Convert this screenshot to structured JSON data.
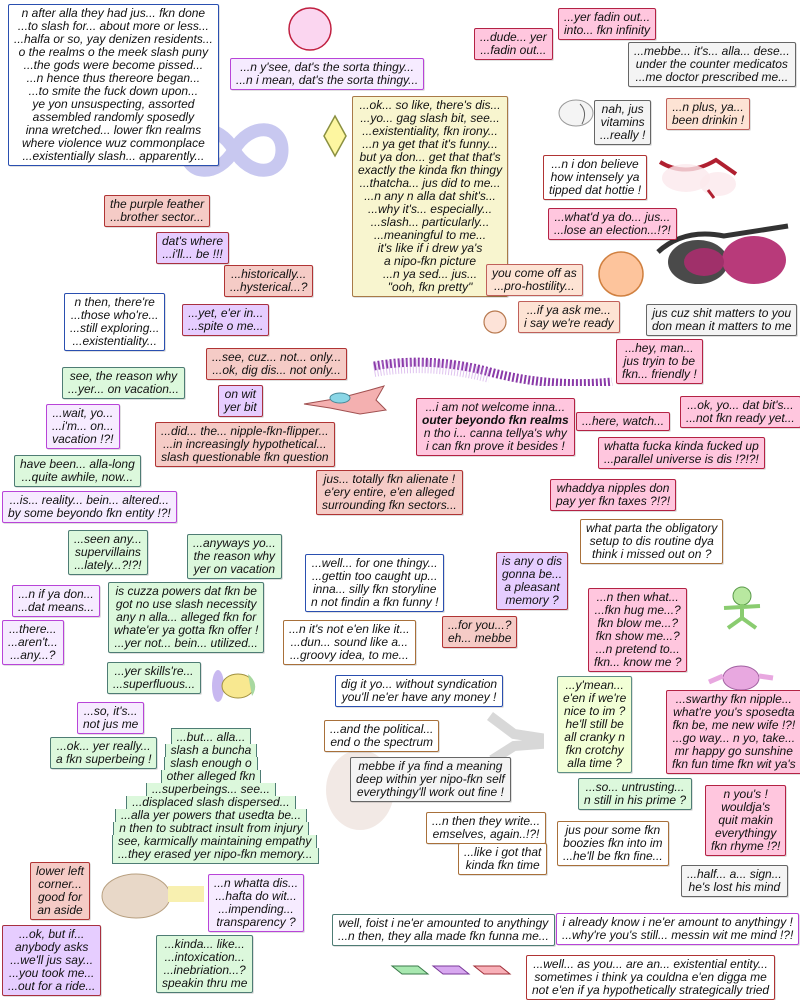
{
  "colors": {
    "blue": "#2a4fb0",
    "violet": "#b844d8",
    "pink": "#ffc6de",
    "green": "#dcf8dc",
    "tan": "#f8f5cf",
    "salmon": "#f5cbc6"
  },
  "bubbles": [
    {
      "lines": [
        "n after alla they had jus... fkn done",
        "...to slash for... about more or less...",
        "...halfa or so, yay denizen residents...",
        "o the realms o the meek slash puny",
        "...the gods were become pissed...",
        "...n hence thus thereore began...",
        "...to smite the fuck down upon...",
        "ye yon unsuspecting, assorted",
        "assembled randomly sposedly",
        "inna wretched... lower fkn realms",
        "where violence wuz commonplace",
        "...existentially slash... apparently..."
      ]
    },
    {
      "lines": [
        "...n y'see, dat's the sorta thingy...",
        "...n i mean, dat's the sorta thingy..."
      ]
    },
    {
      "lines": [
        "...ok... so like, there's dis...",
        "...yo... gag slash bit, see...",
        "...existentiality, fkn irony...",
        "...n ya get that it's funny...",
        "but ya don... get that that's",
        "exactly the kinda fkn thingy",
        "...thatcha... jus did to me...",
        "...n any n alla dat shit's...",
        "...why it's... especially...",
        "...slash... particularly...",
        "...meaningful to me...",
        "it's like if i drew ya's",
        "a nipo-fkn picture",
        "...n ya sed... jus...",
        "\"ooh, fkn pretty\""
      ]
    },
    {
      "lines": [
        "...dude... yer",
        "...fadin out..."
      ]
    },
    {
      "lines": [
        "...yer fadin out...",
        "into... fkn infinity"
      ]
    },
    {
      "lines": [
        "...mebbe... it's... alla... dese...",
        "under the counter medicatos",
        "...me doctor prescribed me..."
      ]
    },
    {
      "lines": [
        "nah, jus",
        "vitamins",
        "...really !"
      ]
    },
    {
      "lines": [
        "...n plus, ya...",
        "been drinkin !"
      ]
    },
    {
      "lines": [
        "...n i don believe",
        "how intensely ya",
        "tipped dat hottie !"
      ]
    },
    {
      "lines": [
        "...what'd ya do... jus...",
        "...lose an election...!?!"
      ]
    },
    {
      "lines": [
        "the purple feather",
        "...brother sector..."
      ]
    },
    {
      "lines": [
        "dat's where",
        "...i'll... be !!!"
      ]
    },
    {
      "lines": [
        "...historically...",
        "...hysterical...?"
      ]
    },
    {
      "lines": [
        "...yet, e'er in...",
        "...spite o me..."
      ]
    },
    {
      "lines": [
        "n then, there're",
        "...those who're...",
        "...still exploring...",
        "...existentiality..."
      ]
    },
    {
      "lines": [
        "...see, cuz... not... only...",
        "...ok, dig dis... not only..."
      ]
    },
    {
      "lines": [
        "see, the reason why",
        "...yer... on vacation..."
      ]
    },
    {
      "lines": [
        "on wit",
        "yer bit"
      ]
    },
    {
      "lines": [
        "...wait, yo...",
        "...i'm... on...",
        "vacation !?!"
      ]
    },
    {
      "lines": [
        "...did... the... nipple-fkn-flipper...",
        "...in increasingly hypothetical...",
        "slash questionable fkn question"
      ]
    },
    {
      "lines": [
        "have been... alla-long",
        "...quite awhile, now..."
      ]
    },
    {
      "lines": [
        "...is... reality... bein... altered...",
        "by some beyondo fkn entity !?!"
      ]
    },
    {
      "lines": [
        "jus... totally fkn alienate !",
        "e'ery entire, e'en alleged",
        "surrounding fkn sectors..."
      ]
    },
    {
      "lines": [
        "you come off as",
        "...pro-hostility..."
      ]
    },
    {
      "lines": [
        "...if ya ask me...",
        "i say we're ready"
      ]
    },
    {
      "lines": [
        "jus cuz shit matters to you",
        "don mean it matters to me"
      ]
    },
    {
      "lines": [
        "...hey, man...",
        "jus tryin to be",
        "fkn... friendly !"
      ]
    },
    {
      "lines": [
        "...i am not welcome inna...",
        "outer beyondo fkn realms",
        "n tho i... canna tellya's why",
        "i can fkn prove it besides !"
      ]
    },
    {
      "lines": [
        "...here, watch..."
      ]
    },
    {
      "lines": [
        "...ok, yo... dat bit's...",
        "...not fkn ready yet..."
      ]
    },
    {
      "lines": [
        "whatta fucka kinda fucked up",
        "...parallel universe is dis !?!?!"
      ]
    },
    {
      "lines": [
        "whaddya nipples don",
        "pay yer fkn taxes ?!?!"
      ]
    },
    {
      "lines": [
        "what parta the obligatory",
        "setup to dis routine dya",
        "think i missed out on ?"
      ]
    },
    {
      "lines": [
        "...seen any...",
        "supervillains",
        "...lately...?!?!"
      ]
    },
    {
      "lines": [
        "...anyways yo...",
        "the reason why",
        "yer on vacation"
      ]
    },
    {
      "lines": [
        "...well... for one thingy...",
        "...gettin too caught up...",
        "inna... silly fkn storyline",
        "n not findin a fkn funny !"
      ]
    },
    {
      "lines": [
        "is any o dis",
        "gonna be...",
        "a pleasant",
        "memory ?"
      ]
    },
    {
      "lines": [
        "...n if ya don...",
        "...dat means..."
      ]
    },
    {
      "lines": [
        "is cuzza powers dat fkn be",
        "got no use slash necessity",
        "any n alla... alleged fkn for",
        "whate'er ya gotta fkn offer !",
        "...yer not... bein... utilized..."
      ]
    },
    {
      "lines": [
        "...there...",
        "...aren't...",
        "...any...?"
      ]
    },
    {
      "lines": [
        "...for you...?",
        "eh... mebbe"
      ]
    },
    {
      "lines": [
        "...n then what...",
        "...fkn hug me...?",
        "fkn blow me...?",
        "fkn show me...?",
        "...n pretend to...",
        "fkn... know me ?"
      ]
    },
    {
      "lines": [
        "...n it's not e'en like it...",
        "...dun... sound like a...",
        "...groovy idea, to me..."
      ]
    },
    {
      "lines": [
        "...yer skills're...",
        "...superfluous..."
      ]
    },
    {
      "lines": [
        "dig it yo... without syndication",
        "you'll ne'er have any money !"
      ]
    },
    {
      "lines": [
        "...swarthy fkn nipple...",
        "what're you's sposedta",
        "fkn be, me new wife !?!",
        "...go way... n yo, take...",
        "mr happy go sunshine",
        "fkn fun time fkn wit ya's"
      ]
    },
    {
      "lines": [
        "...y'mean...",
        "e'en if we're",
        "nice to im ?",
        "he'll still be",
        "all cranky n",
        "fkn crotchy",
        "alla time ?"
      ]
    },
    {
      "lines": [
        "...so, it's...",
        "not jus me"
      ]
    },
    {
      "lines": [
        "...and the political...",
        "end o the spectrum"
      ]
    },
    {
      "lines": [
        "...ok... yer really...",
        "a fkn superbeing !"
      ]
    },
    {
      "lines": [
        "...but... alla...",
        "slash a buncha",
        "slash enough o",
        "other alleged fkn",
        "...superbeings... see...",
        "...displaced slash dispersed...",
        "...alla yer powers that usedta be...",
        "n then to subtract insult from injury",
        "see, karmically maintaining empathy",
        "...they erased yer nipo-fkn memory..."
      ]
    },
    {
      "lines": [
        "mebbe if ya find a meaning",
        "deep within yer nipo-fkn self",
        "everythingy'll work out fine !"
      ]
    },
    {
      "lines": [
        "...so... untrusting...",
        "n still in his prime ?"
      ]
    },
    {
      "lines": [
        "n you's !",
        "wouldja's",
        "quit makin",
        "everythingy",
        "fkn rhyme !?!"
      ]
    },
    {
      "lines": [
        "...n then they write...",
        "emselves, again..!?!"
      ]
    },
    {
      "lines": [
        "jus pour some fkn",
        "boozies fkn into im",
        "...he'll be fkn fine..."
      ]
    },
    {
      "lines": [
        "...like i got that",
        "kinda fkn time"
      ]
    },
    {
      "lines": [
        "...half... a... sign...",
        "he's lost his mind"
      ]
    },
    {
      "lines": [
        "lower left",
        "corner...",
        "good for",
        "an aside"
      ]
    },
    {
      "lines": [
        "...n whatta dis...",
        "...hafta do wit...",
        "...impending...",
        "transparency ?"
      ]
    },
    {
      "lines": [
        "...ok, but if...",
        "anybody asks",
        "...we'll jus say...",
        "...you took me...",
        "...out for a ride..."
      ]
    },
    {
      "lines": [
        "...kinda... like...",
        "...intoxication...",
        "...inebriation...?",
        "speakin thru me"
      ]
    },
    {
      "lines": [
        "well, foist i ne'er amounted to anythingy",
        "...n then, they alla made fkn funna me..."
      ]
    },
    {
      "lines": [
        "i already know i ne'er amount to anythingy !",
        "...why're you's still... messin wit me mind !?!"
      ]
    },
    {
      "lines": [
        "...well... as you... are an... existential entity...",
        "sometimes i think ya couldna e'en digga me",
        "not e'en if ya hypothetically strategically tried"
      ]
    }
  ]
}
